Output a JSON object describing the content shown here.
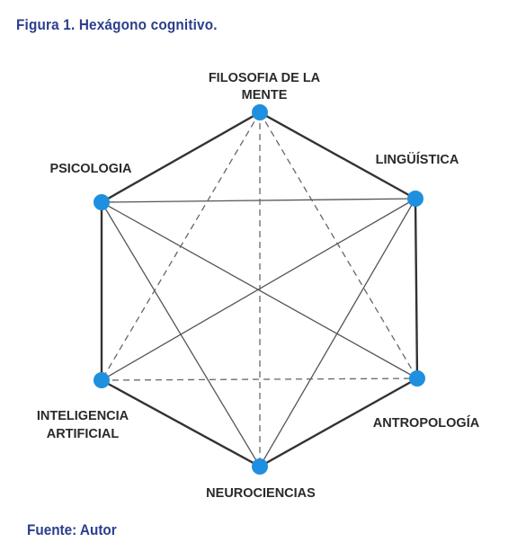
{
  "figure": {
    "caption": "Figura 1. Hexágono cognitivo.",
    "source": "Fuente: Autor"
  },
  "colors": {
    "caption_text": "#2b3e8c",
    "node_fill": "#1f8fe0",
    "outer_edge": "#333333",
    "inner_solid": "#555555",
    "inner_dashed": "#666666"
  },
  "nodes": [
    {
      "id": "filosofia",
      "label_lines": [
        "FILOSOFIA DE LA",
        "MENTE"
      ]
    },
    {
      "id": "linguistica",
      "label_lines": [
        "LINGÜÍSTICA"
      ]
    },
    {
      "id": "antropologia",
      "label_lines": [
        "ANTROPOLOGÍA"
      ]
    },
    {
      "id": "neurociencias",
      "label_lines": [
        "NEUROCIENCIAS"
      ]
    },
    {
      "id": "inteligencia",
      "label_lines": [
        "INTELIGENCIA",
        "ARTIFICIAL"
      ]
    },
    {
      "id": "psicologia",
      "label_lines": [
        "PSICOLOGIA"
      ]
    }
  ],
  "edges": [
    {
      "from": "filosofia",
      "to": "linguistica",
      "style": "outer"
    },
    {
      "from": "linguistica",
      "to": "antropologia",
      "style": "outer"
    },
    {
      "from": "antropologia",
      "to": "neurociencias",
      "style": "outer"
    },
    {
      "from": "neurociencias",
      "to": "inteligencia",
      "style": "outer"
    },
    {
      "from": "inteligencia",
      "to": "psicologia",
      "style": "outer"
    },
    {
      "from": "psicologia",
      "to": "filosofia",
      "style": "outer"
    },
    {
      "from": "psicologia",
      "to": "linguistica",
      "style": "solid"
    },
    {
      "from": "psicologia",
      "to": "antropologia",
      "style": "solid"
    },
    {
      "from": "psicologia",
      "to": "neurociencias",
      "style": "solid"
    },
    {
      "from": "inteligencia",
      "to": "linguistica",
      "style": "solid"
    },
    {
      "from": "linguistica",
      "to": "neurociencias",
      "style": "solid"
    },
    {
      "from": "filosofia",
      "to": "inteligencia",
      "style": "dashed"
    },
    {
      "from": "filosofia",
      "to": "antropologia",
      "style": "dashed"
    },
    {
      "from": "filosofia",
      "to": "neurociencias",
      "style": "dashed"
    },
    {
      "from": "inteligencia",
      "to": "antropologia",
      "style": "dashed"
    }
  ]
}
